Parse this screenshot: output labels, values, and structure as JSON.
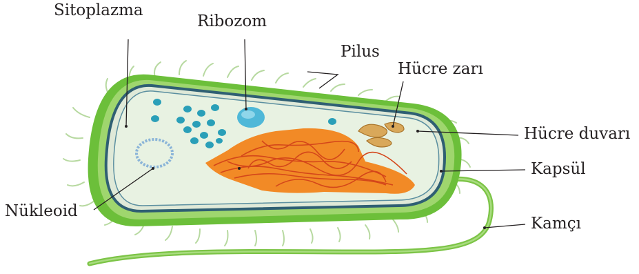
{
  "labels": {
    "sitoplazma": "Sitoplazma",
    "ribozom": "Ribozom",
    "pilus": "Pilus",
    "hucre_zari": "Hücre zarı",
    "hucre_duvari": "Hücre duvarı",
    "kapsul": "Kapsül",
    "kamci": "Kamçı",
    "nukleoid": "Nükleoid"
  },
  "colors": {
    "capsule": "#6cbf3a",
    "cell_wall": "#2f5f73",
    "cytoplasm": "#e8f2e2",
    "ribosome": "#2a9fb8",
    "large_ribosome": "#4fb8d8",
    "nucleoid": "#f28a26",
    "nucleoid_strands": "#d4461a",
    "plasmid": "#8ab4d8",
    "inclusion": "#d9a85a",
    "pili": "#b7d9a0",
    "flagellum": "#7cc446",
    "leader_line": "#231f20"
  },
  "icons": [
    "bacterium-cell-diagram"
  ]
}
